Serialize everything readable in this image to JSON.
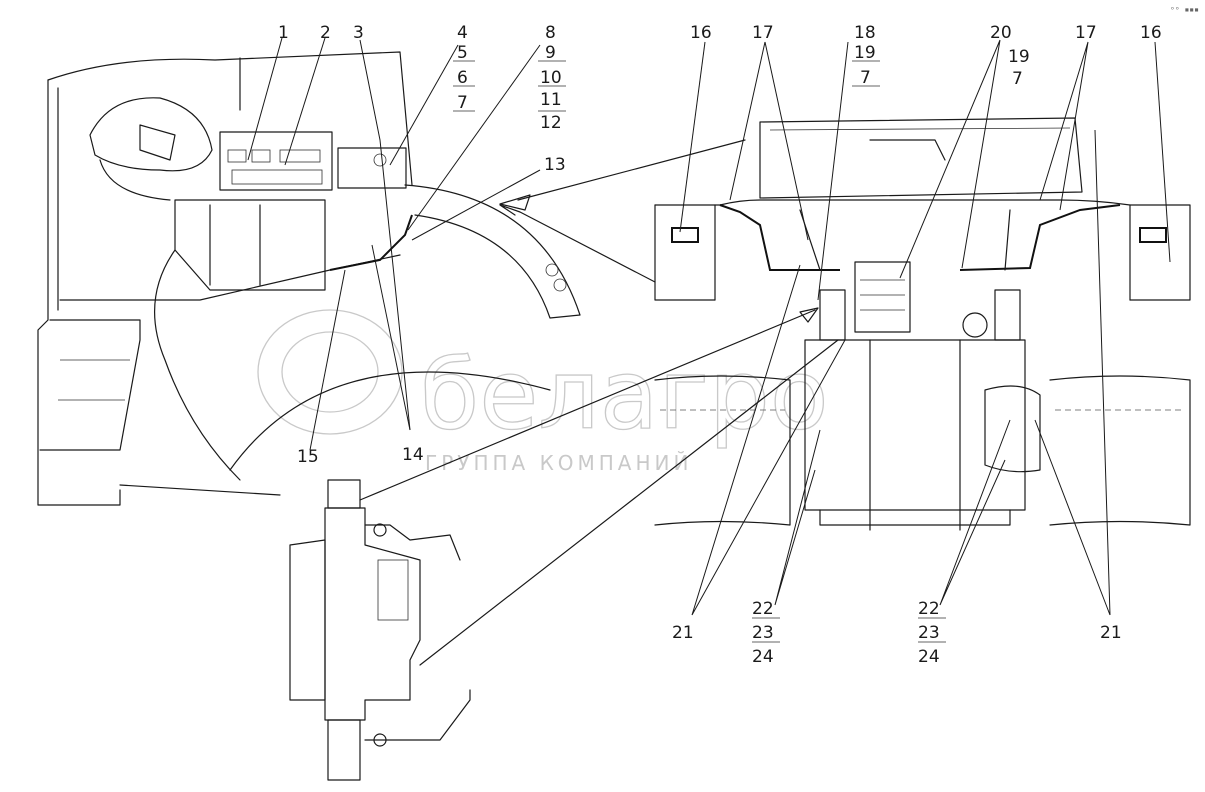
{
  "drawing": {
    "corner_mark": "ᵒᵒ ▪▪▪"
  },
  "callouts": {
    "c1": "1",
    "c2": "2",
    "c3": "3",
    "c4": "4",
    "c5": "5",
    "c6": "6",
    "c7a": "7",
    "c8": "8",
    "c9": "9",
    "c10": "10",
    "c11": "11",
    "c12": "12",
    "c13": "13",
    "c14": "14",
    "c15": "15",
    "c16l": "16",
    "c16r": "16",
    "c17a": "17",
    "c17b": "17",
    "c18": "18",
    "c19a": "19",
    "c7b": "7",
    "c20": "20",
    "c19b": "19",
    "c7c": "7",
    "c21l": "21",
    "c21r": "21",
    "c22l": "22",
    "c23l": "23",
    "c24l": "24",
    "c22r": "22",
    "c23r": "23",
    "c24r": "24"
  },
  "watermark": {
    "brand": "белагро",
    "tagline": "ГРУППА КОМПАНИЙ"
  },
  "colors": {
    "line": "#1a1a1a",
    "watermark": "#c9c9c9",
    "background": "#ffffff"
  }
}
